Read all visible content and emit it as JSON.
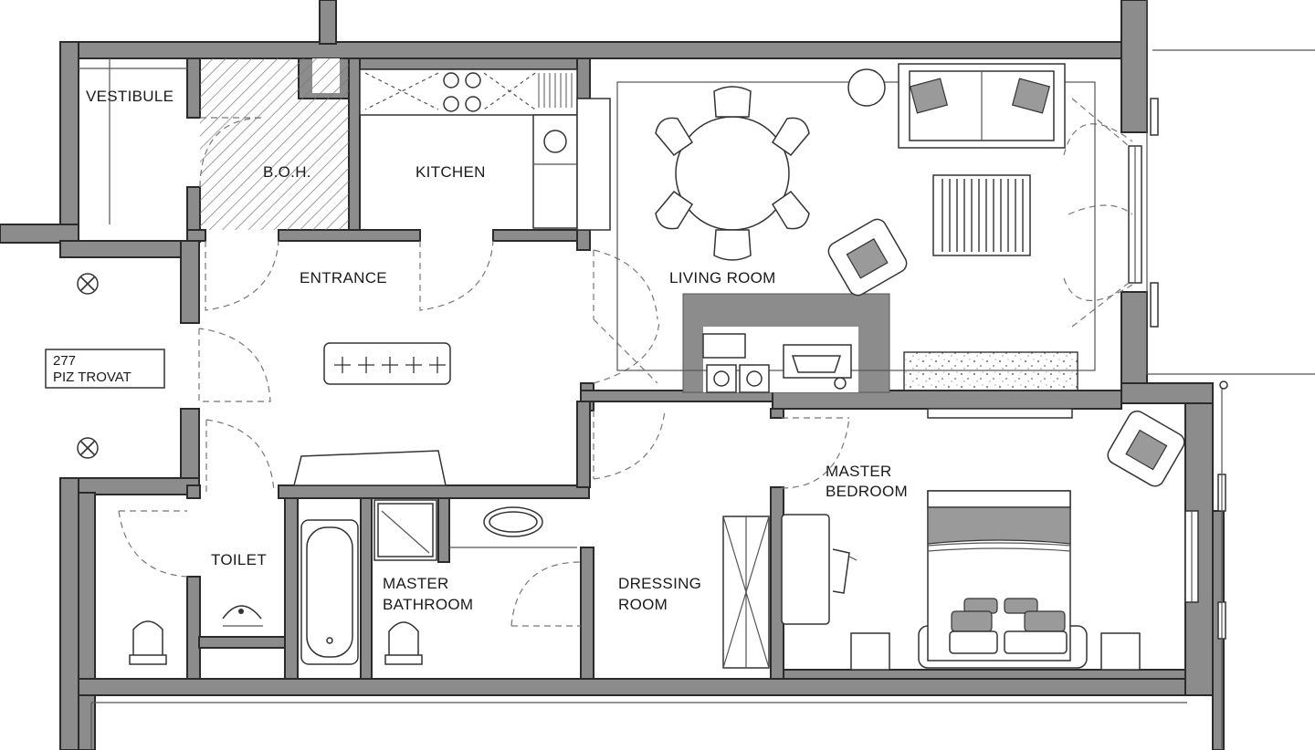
{
  "rooms": {
    "vestibule": "VESTIBULE",
    "boh": "B.O.H.",
    "kitchen": "KITCHEN",
    "living_room": "LIVING ROOM",
    "entrance": "ENTRANCE",
    "toilet": "TOILET",
    "master_bathroom_1": "MASTER",
    "master_bathroom_2": "BATHROOM",
    "dressing_room_1": "DRESSING",
    "dressing_room_2": "ROOM",
    "master_bedroom_1": "MASTER",
    "master_bedroom_2": "BEDROOM"
  },
  "unit_sign": {
    "number": "277",
    "name": "PIZ TROVAT"
  },
  "colors": {
    "wall": "#8c8c8c",
    "outline": "#2b2b2b",
    "hatch": "#777777",
    "background": "#ffffff"
  }
}
